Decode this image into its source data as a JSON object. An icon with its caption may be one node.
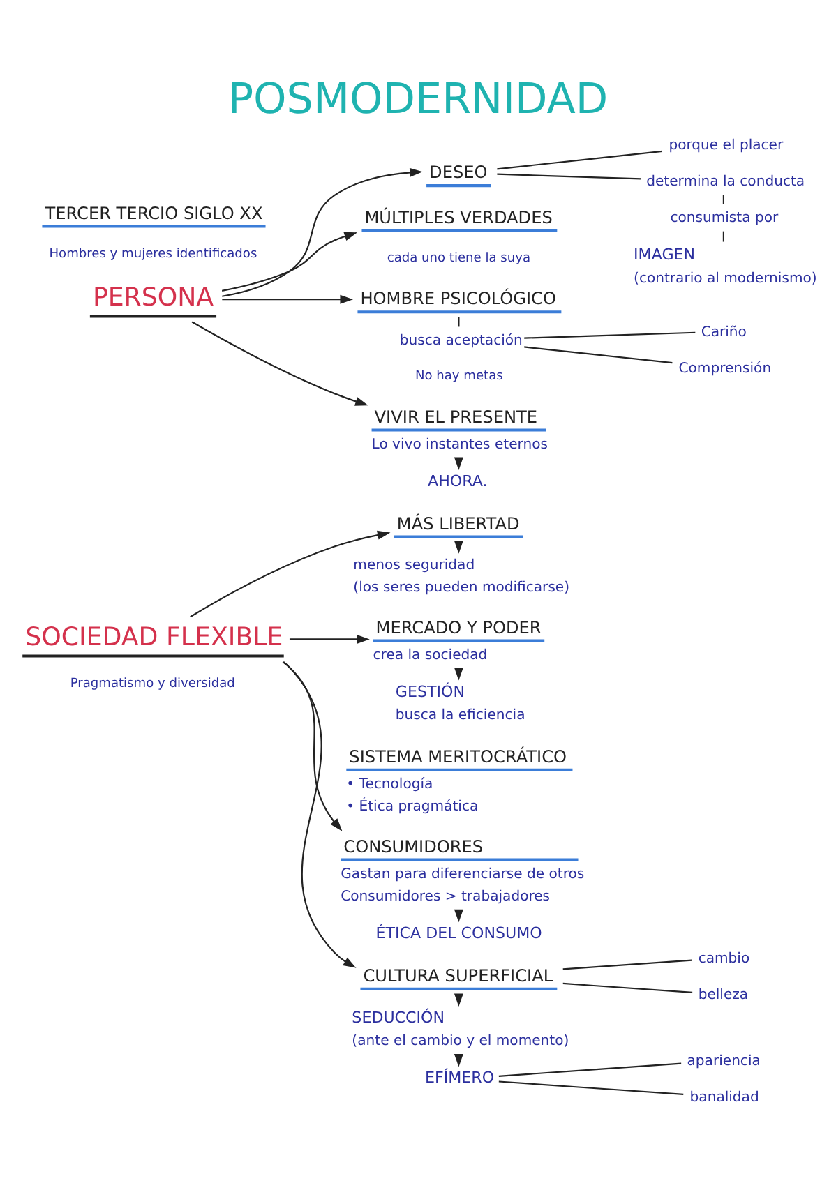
{
  "diagram": {
    "title": "POSMODERNIDAD",
    "nodes": [
      {
        "text": [
          "PERSONA"
        ],
        "beside": [
          "Hombres y mujeres identificados"
        ]
      },
      {
        "text": [
          "DESEO"
        ]
      },
      {
        "text": [
          "porque el placer"
        ]
      },
      {
        "text": [
          "determina la conducta"
        ]
      },
      {
        "text": [
          "consumista por"
        ]
      },
      {
        "text": [
          "IMAGEN",
          "(contrario al modernismo)"
        ]
      },
      {
        "text": [
          "MÚLTIPLES VERDADES"
        ],
        "beside": [
          "cada uno tiene la suya"
        ]
      },
      {
        "text": [
          "VIVIR EL PRESENTE",
          "Lo vivo instantes eternos"
        ],
        "beside": [
          "No hay metas"
        ]
      },
      {
        "text": [
          "AHORA."
        ]
      },
      {
        "text": [
          "HOMBRE PSICOLÓGICO"
        ]
      },
      {
        "text": [
          "busca aceptación"
        ]
      },
      {
        "text": [
          "Cariño"
        ]
      },
      {
        "text": [
          "Comprensión"
        ]
      },
      {
        "text": [
          "SOCIEDAD FLEXIBLE"
        ],
        "beside": [
          "Pragmatismo y diversidad"
        ]
      },
      {
        "text": [
          "MÁS LIBERTAD"
        ]
      },
      {
        "text": [
          "menos seguridad",
          "(los seres pueden modificarse)"
        ]
      },
      {
        "text": [
          "MERCADO Y PODER",
          "crea la sociedad"
        ]
      },
      {
        "text": [
          "GESTIÓN",
          "busca la eficiencia"
        ]
      },
      {
        "text": [
          "SISTEMA MERITOCRÁTICO",
          "• Tecnología",
          "• Ética pragmática"
        ]
      },
      {
        "text": [
          "CONSUMIDORES",
          "Gastan para diferenciarse de otros",
          "Consumidores > trabajadores"
        ]
      },
      {
        "text": [
          "ÉTICA DEL CONSUMO"
        ]
      },
      {
        "text": [
          "CULTURA SUPERFICIAL"
        ]
      },
      {
        "text": [
          "cambio"
        ]
      },
      {
        "text": [
          "belleza"
        ]
      },
      {
        "text": [
          "SEDUCCIÓN",
          "(ante el cambio y el momento)"
        ]
      },
      {
        "text": [
          "EFÍMERO"
        ]
      },
      {
        "text": [
          "apariencia"
        ]
      },
      {
        "text": [
          "banalidad"
        ]
      }
    ],
    "edges": [
      {
        "from": 0,
        "to": 1,
        "arrow": "to"
      },
      {
        "from": 0,
        "to": 6,
        "arrow": "to"
      },
      {
        "from": 0,
        "to": 7,
        "arrow": "to"
      },
      {
        "from": 0,
        "to": 9,
        "arrow": "to"
      },
      {
        "from": 1,
        "to": 2,
        "arrow": "none"
      },
      {
        "from": 1,
        "to": 3,
        "arrow": "none"
      },
      {
        "from": 3,
        "to": 4,
        "arrow": "none"
      },
      {
        "from": 4,
        "to": 5,
        "arrow": "none"
      },
      {
        "from": 7,
        "to": 8,
        "arrow": "to"
      },
      {
        "from": 9,
        "to": 10,
        "arrow": "none"
      },
      {
        "from": 10,
        "to": 11,
        "arrow": "none"
      },
      {
        "from": 10,
        "to": 12,
        "arrow": "none"
      },
      {
        "from": 13,
        "to": 14,
        "arrow": "to"
      },
      {
        "from": 13,
        "to": 16,
        "arrow": "to"
      },
      {
        "from": 13,
        "to": 19,
        "arrow": "to"
      },
      {
        "from": 13,
        "to": 21,
        "arrow": "to"
      },
      {
        "from": 14,
        "to": 15,
        "arrow": "to"
      },
      {
        "from": 16,
        "to": 17,
        "arrow": "to"
      },
      {
        "from": 19,
        "to": 20,
        "arrow": "to"
      },
      {
        "from": 21,
        "to": 22,
        "arrow": "none"
      },
      {
        "from": 21,
        "to": 23,
        "arrow": "none"
      },
      {
        "from": 21,
        "to": 24,
        "arrow": "to"
      },
      {
        "from": 24,
        "to": 25,
        "arrow": "to"
      },
      {
        "from": 25,
        "to": 26,
        "arrow": "none"
      },
      {
        "from": 25,
        "to": 27,
        "arrow": "none"
      }
    ],
    "labels": [
      "TERCER TERCIO SIGLO XX"
    ]
  }
}
